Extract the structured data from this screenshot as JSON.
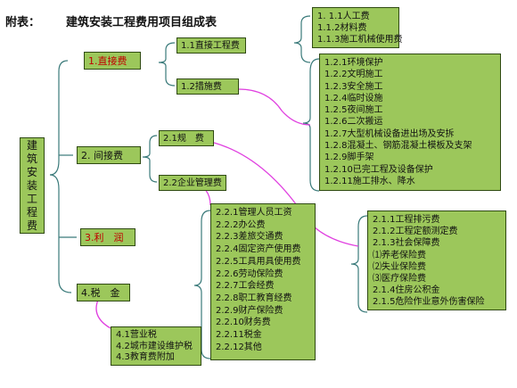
{
  "title": {
    "prefix": "附表：",
    "main": "建筑安装工程费用项目组成表"
  },
  "root": {
    "chars": [
      "建",
      "筑",
      "安",
      "装",
      "工",
      "程",
      "费"
    ]
  },
  "level1": {
    "direct": "1.直接费",
    "indirect": "2. 间接费",
    "profit": "3.利　润",
    "tax": "4.税　金"
  },
  "level2": {
    "direct_work": "1.1直接工程费",
    "measures": "1.2措施费",
    "fees": "2.1规　费",
    "enterprise": "2.2企业管理费"
  },
  "lists": {
    "direct_work_items": [
      "1. 1.1人工费",
      "1.1.2材料费",
      "1.1.3施工机械使用费"
    ],
    "measure_items": [
      "1.2.1环境保护",
      "1.2.2文明施工",
      "1.2.3安全施工",
      "1.2.4临时设施",
      "1.2.5夜间施工",
      "1.2.6二次搬运",
      "1.2.7大型机械设备进出场及安拆",
      "1.2.8混凝土、钢筋混凝土模板及支架",
      "1.2.9脚手架",
      "1.2.10已完工程及设备保护",
      "1.2.11施工排水、降水"
    ],
    "enterprise_items": [
      "2.2.1管理人员工资",
      "2.2.2办公费",
      "2.2.3差旅交通费",
      "2.2.4固定资产使用费",
      "2.2.5工具用具使用费",
      "2.2.6劳动保险费",
      "2.2.7工会经费",
      "2.2.8职工教育经费",
      "2.2.9财产保险费",
      "2.2.10财务费",
      "2.2.11税金",
      "2.2.12其他"
    ],
    "fee_items": [
      "2.1.1工程排污费",
      "2.1.2工程定额测定费",
      "2.1.3社会保障费",
      "⑴养老保险费",
      "⑵失业保险费",
      "⑶医疗保险费",
      "2.1.4住房公积金",
      "2.1.5危险作业意外伤害保险"
    ],
    "tax_items": [
      "4.1营业税",
      "4.2城市建设维护税",
      "4.3教育费附加"
    ]
  },
  "colors": {
    "box_fill": "#9cc75b",
    "box_border": "#2f4a12",
    "bracket": "#3a7a7a",
    "link": "#e040e0",
    "highlight_text": "#c00000"
  }
}
